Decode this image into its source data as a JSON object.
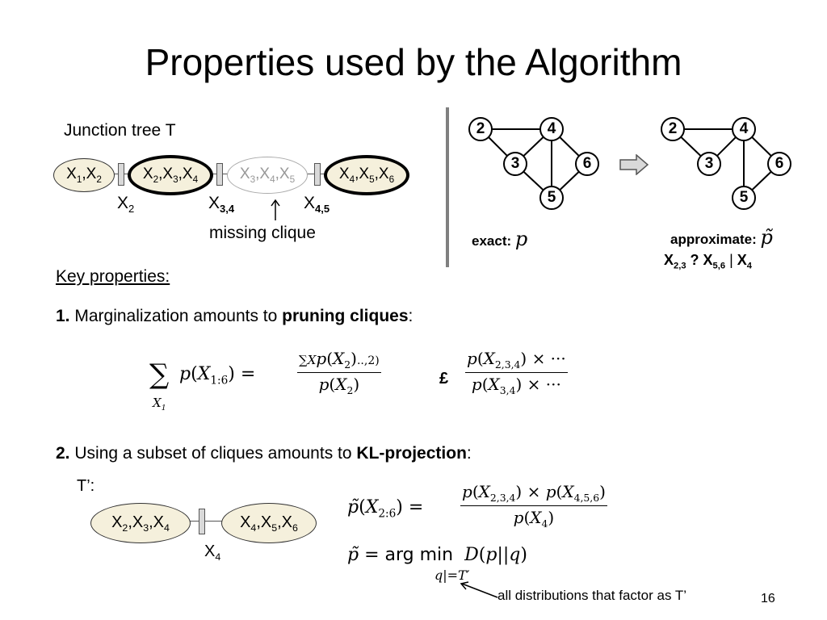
{
  "slide": {
    "title": "Properties used by the Algorithm",
    "page_number": "16"
  },
  "junction_tree": {
    "label": "Junction tree T",
    "cliques": [
      {
        "text": "X1,X2",
        "style": "normal"
      },
      {
        "text": "X2,X3,X4",
        "style": "bold"
      },
      {
        "text": "X3,X4,X5",
        "style": "faded"
      },
      {
        "text": "X4,X5,X6",
        "style": "bold"
      }
    ],
    "separators": [
      "X2",
      "X3,4",
      "X4,5"
    ],
    "missing_clique_label": "missing clique"
  },
  "graphs": {
    "nodes": [
      "2",
      "4",
      "3",
      "6",
      "5"
    ],
    "exact_label": "exact:",
    "exact_symbol": "p",
    "approx_label": "approximate:",
    "approx_symbol": "p̃",
    "independence_statement": "X2,3 ? X5,6 | X4"
  },
  "key_properties": {
    "heading": "Key properties:",
    "item1_num": "1.",
    "item1_text": "Marginalization amounts to",
    "item1_bold": "pruning cliques",
    "item1_end": ":",
    "eq1_lhs": "p(X1:6) =",
    "eq1_sum_sub": "X1",
    "eq1_frac1_num": "∑X p(X2)..,2)",
    "eq1_frac1_den": "p(X2)",
    "eq1_mid": "£",
    "eq1_frac2_num": "p(X2,3,4) × ···",
    "eq1_frac2_den": "p(X3,4) × ···",
    "item2_num": "2.",
    "item2_text": "Using a subset of cliques amounts to",
    "item2_bold": "KL-projection",
    "item2_end": ":"
  },
  "tprime": {
    "label": "T’:",
    "cliques": [
      "X2,X3,X4",
      "X4,X5,X6"
    ],
    "separator": "X4",
    "eq2_lhs": "p̃(X2:6) =",
    "eq2_num": "p(X2,3,4) × p(X4,5,6)",
    "eq2_den": "p(X4)",
    "eq3_lhs": "p̃ =",
    "eq3_op": "arg min",
    "eq3_rhs": "D(p||q)",
    "eq3_sub": "q|=T′",
    "annotation": "all distributions that factor as T’"
  },
  "colors": {
    "clique_fill": "#f5f0dc",
    "faded_text": "#999999",
    "divider": "#808080"
  }
}
